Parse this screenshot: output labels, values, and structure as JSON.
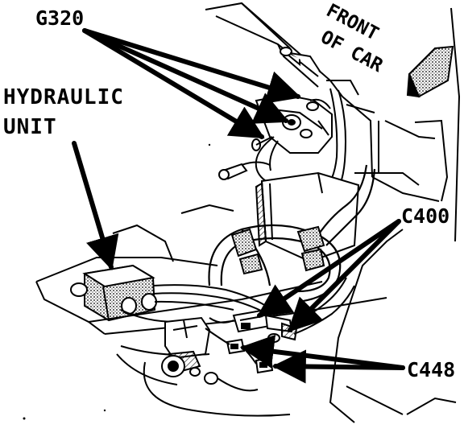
{
  "labels": {
    "g320": "G320",
    "hydraulic_line1": "HYDRAULIC",
    "hydraulic_line2": "UNIT",
    "c400": "C400",
    "c448": "C448",
    "front_line1": "FRONT",
    "front_line2": "OF CAR"
  },
  "colors": {
    "ink": "#000000",
    "background": "#ffffff",
    "shade": "#8a8a8a"
  }
}
